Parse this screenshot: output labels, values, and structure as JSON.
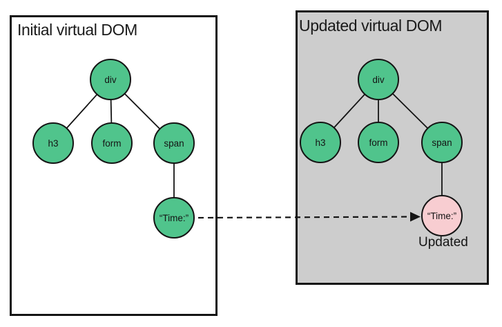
{
  "colors": {
    "node_green": "#50c48c",
    "node_pink": "#f8cdd1",
    "panel_gray": "#cdcdcd",
    "line": "#141414"
  },
  "left_panel": {
    "title": "Initial virtual DOM",
    "nodes": [
      {
        "label": "div"
      },
      {
        "label": "h3"
      },
      {
        "label": "form"
      },
      {
        "label": "span"
      },
      {
        "label": "“Time:”"
      }
    ]
  },
  "right_panel": {
    "title": "Updated virtual DOM",
    "nodes": [
      {
        "label": "div"
      },
      {
        "label": "h3"
      },
      {
        "label": "form"
      },
      {
        "label": "span"
      },
      {
        "label": "“Time:”"
      }
    ],
    "updated_caption": "Updated"
  }
}
